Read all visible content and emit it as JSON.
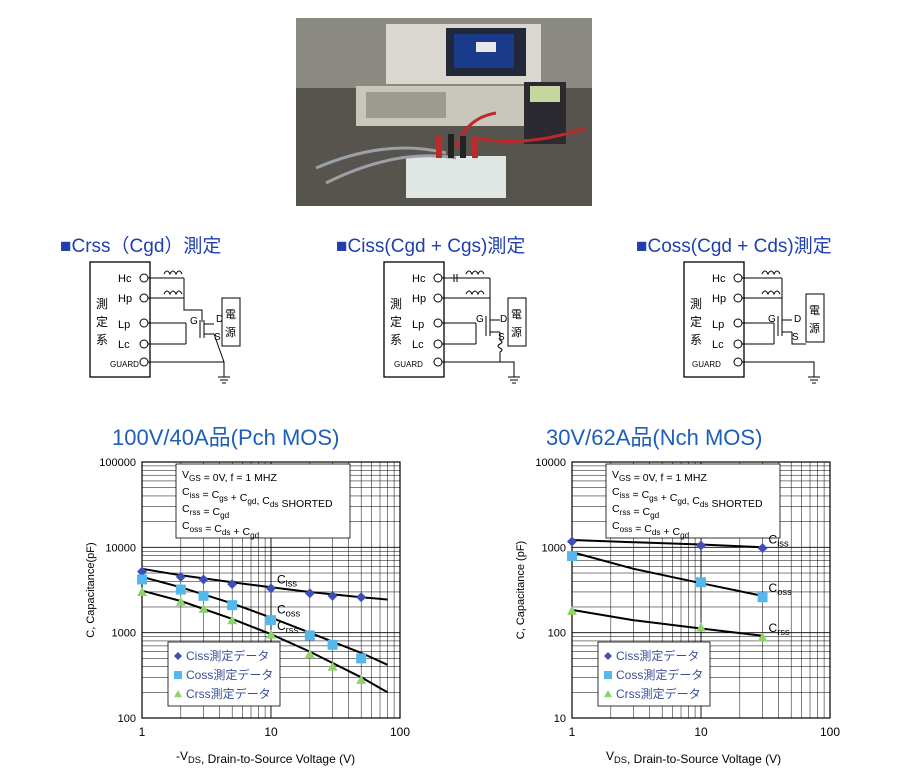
{
  "headings": {
    "crss": {
      "sq": "■",
      "label": "Crss（Cgd）測定"
    },
    "ciss": {
      "sq": "■",
      "label": "Ciss(Cgd + Cgs)測定"
    },
    "coss": {
      "sq": "■",
      "label": "Coss(Cgd + Cds)測定"
    }
  },
  "circuit": {
    "terminals": [
      "Hc",
      "Hp",
      "Lp",
      "Lc",
      "GUARD"
    ],
    "system_label": [
      "測",
      "定",
      "系"
    ],
    "power_label": [
      "電",
      "源"
    ],
    "pins": {
      "g": "G",
      "d": "D",
      "s": "S"
    }
  },
  "chart_titles": {
    "left": "100V/40A品(Pch MOS)",
    "right": "30V/62A品(Nch MOS)"
  },
  "chart_data": [
    {
      "type": "scatter",
      "title": "100V/40A品(Pch MOS)",
      "xlabel": "-VDS, Drain-to-Source Voltage (V)",
      "ylabel": "C, Capacitance(pF)",
      "xscale": "log",
      "yscale": "log",
      "xlim": [
        1,
        100
      ],
      "ylim": [
        100,
        100000
      ],
      "xticks": [
        "1",
        "10",
        "100"
      ],
      "yticks": [
        "100",
        "1000",
        "10000",
        "100000"
      ],
      "grid": true,
      "legend_position": "bottom-left",
      "conditions": [
        "VGS = 0V,     f = 1 MHZ",
        "Ciss = Cgs + Cgd, Cds SHORTED",
        "Crss = Cgd",
        "Coss = Cds + Cgd"
      ],
      "curve_labels": [
        "Ciss",
        "Coss",
        "Crss"
      ],
      "series": [
        {
          "name": "Ciss測定データ",
          "marker": "diamond",
          "color": "#3f4fb8",
          "x": [
            1,
            2,
            3,
            5,
            10,
            20,
            30,
            50
          ],
          "y": [
            5200,
            4500,
            4200,
            3700,
            3300,
            2900,
            2700,
            2600
          ]
        },
        {
          "name": "Coss測定データ",
          "marker": "square",
          "color": "#55b8ec",
          "x": [
            1,
            2,
            3,
            5,
            10,
            20,
            30,
            50
          ],
          "y": [
            4200,
            3200,
            2700,
            2100,
            1400,
            930,
            720,
            500
          ]
        },
        {
          "name": "Crss測定データ",
          "marker": "triangle",
          "color": "#8ed26a",
          "x": [
            1,
            2,
            3,
            5,
            10,
            20,
            30,
            50
          ],
          "y": [
            3000,
            2300,
            1900,
            1400,
            950,
            560,
            400,
            280
          ]
        }
      ],
      "curves": [
        {
          "name": "Ciss",
          "x": [
            1,
            2,
            5,
            10,
            20,
            50,
            80
          ],
          "y": [
            5600,
            4700,
            3900,
            3400,
            3000,
            2600,
            2450
          ]
        },
        {
          "name": "Coss",
          "x": [
            1,
            2,
            5,
            10,
            20,
            50,
            80
          ],
          "y": [
            4500,
            3400,
            2200,
            1500,
            1000,
            580,
            420
          ]
        },
        {
          "name": "Crss",
          "x": [
            1,
            2,
            5,
            10,
            20,
            50,
            80
          ],
          "y": [
            3100,
            2350,
            1450,
            960,
            600,
            300,
            200
          ]
        }
      ]
    },
    {
      "type": "scatter",
      "title": "30V/62A品(Nch MOS)",
      "xlabel": "VDS, Drain-to-Source Voltage (V)",
      "ylabel": "C, Capacitance (pF)",
      "xscale": "log",
      "yscale": "log",
      "xlim": [
        1,
        100
      ],
      "ylim": [
        10,
        10000
      ],
      "xticks": [
        "1",
        "10",
        "100"
      ],
      "yticks": [
        "10",
        "100",
        "1000",
        "10000"
      ],
      "grid": true,
      "legend_position": "bottom-left",
      "conditions": [
        "VGS = 0V,     f = 1 MHZ",
        "Ciss = Cgs + Cgd, Cds SHORTED",
        "Crss = Cgd",
        "Coss = Cds + Cgd"
      ],
      "curve_labels": [
        "Ciss",
        "Coss",
        "Crss"
      ],
      "series": [
        {
          "name": "Ciss測定データ",
          "marker": "diamond",
          "color": "#3f4fb8",
          "x": [
            1,
            10,
            30
          ],
          "y": [
            1170,
            1050,
            980
          ]
        },
        {
          "name": "Coss測定データ",
          "marker": "square",
          "color": "#55b8ec",
          "x": [
            1,
            10,
            30
          ],
          "y": [
            790,
            390,
            260
          ]
        },
        {
          "name": "Crss測定データ",
          "marker": "triangle",
          "color": "#8ed26a",
          "x": [
            1,
            10,
            30
          ],
          "y": [
            180,
            115,
            88
          ]
        }
      ],
      "curves": [
        {
          "name": "Ciss",
          "x": [
            1,
            3,
            10,
            30
          ],
          "y": [
            1220,
            1150,
            1080,
            1000
          ]
        },
        {
          "name": "Coss",
          "x": [
            1,
            3,
            10,
            30
          ],
          "y": [
            880,
            560,
            380,
            270
          ]
        },
        {
          "name": "Crss",
          "x": [
            1,
            3,
            10,
            30
          ],
          "y": [
            185,
            140,
            112,
            92
          ]
        }
      ]
    }
  ]
}
